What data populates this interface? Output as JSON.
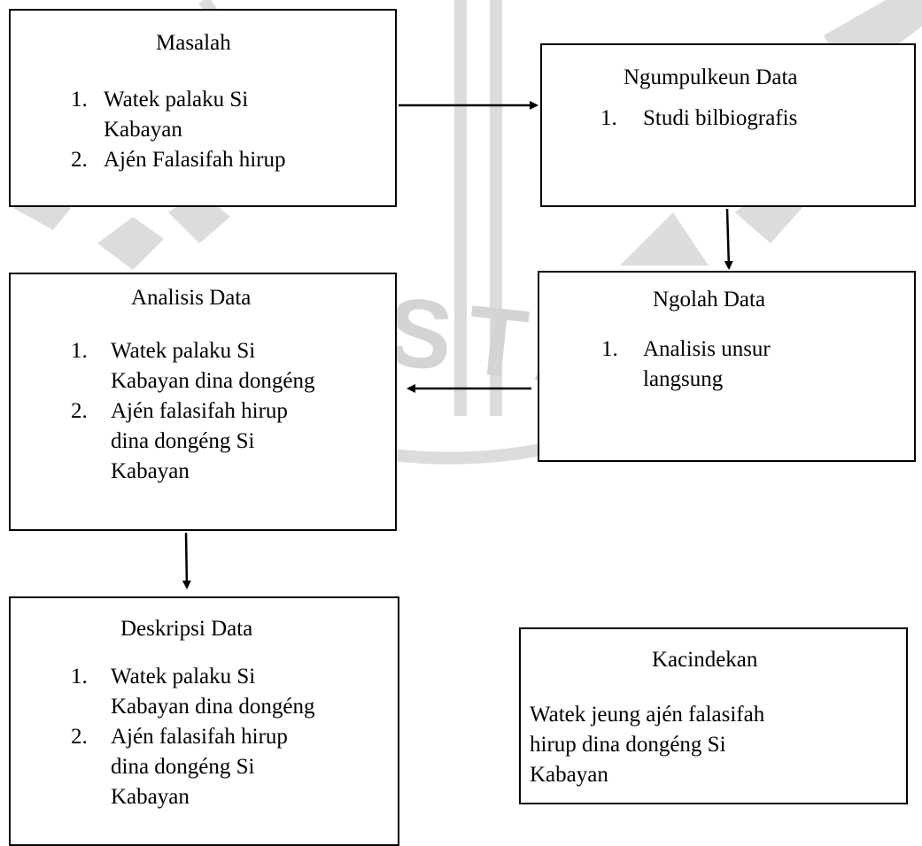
{
  "boxes": {
    "masalah": {
      "title": "Masalah",
      "items": [
        {
          "number": "1.",
          "lines": [
            "Watek palaku Si",
            "Kabayan"
          ]
        },
        {
          "number": "2.",
          "lines": [
            "Ajén Falasifah hirup"
          ]
        }
      ]
    },
    "ngumpulkeun": {
      "title": "Ngumpulkeun Data",
      "items": [
        {
          "number": "1.",
          "lines": [
            "Studi bilbiografis"
          ]
        }
      ]
    },
    "analisis": {
      "title": "Analisis Data",
      "items": [
        {
          "number": "1.",
          "lines": [
            "Watek palaku Si",
            "Kabayan dina dongéng"
          ]
        },
        {
          "number": "2.",
          "lines": [
            "Ajén falasifah hirup",
            "dina dongéng Si",
            "Kabayan"
          ]
        }
      ]
    },
    "ngolah": {
      "title": "Ngolah Data",
      "items": [
        {
          "number": "1.",
          "lines": [
            "Analisis unsur",
            "langsung"
          ]
        }
      ]
    },
    "deskripsi": {
      "title": "Deskripsi Data",
      "items": [
        {
          "number": "1.",
          "lines": [
            "Watek palaku Si",
            "Kabayan dina dongéng"
          ]
        },
        {
          "number": "2.",
          "lines": [
            "Ajén falasifah hirup",
            "dina dongéng Si",
            "Kabayan"
          ]
        }
      ]
    },
    "kacindekan": {
      "title": "Kacindekan",
      "lines": [
        "Watek jeung ajén falasifah",
        "hirup dina dongéng Si",
        "Kabayan"
      ]
    }
  },
  "watermark": {
    "color": "#c8c8c8",
    "letters": "STA"
  },
  "colors": {
    "line": "#000000",
    "box_border": "#000000",
    "background": "#ffffff"
  }
}
